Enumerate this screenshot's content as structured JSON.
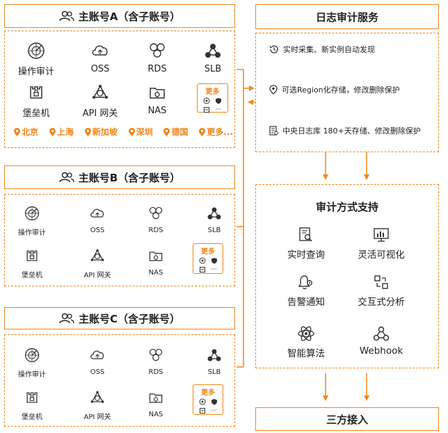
{
  "accounts": [
    {
      "title": "主账号A（含子账号）"
    },
    {
      "title": "主账号B（含子账号）"
    },
    {
      "title": "主账号C（含子账号）"
    }
  ],
  "services": {
    "audit": "操作审计",
    "oss": "OSS",
    "rds": "RDS",
    "slb": "SLB",
    "bastion": "堡垒机",
    "api": "API 网关",
    "nas": "NAS",
    "more": "更多"
  },
  "regions": [
    "北京",
    "上海",
    "新加坡",
    "深圳",
    "德国",
    "更多..."
  ],
  "log_service": {
    "title": "日志审计服务",
    "steps": [
      "实时采集、新实例自动发现",
      "可选Region化存储，修改删除保护",
      "中央日志库  180+天存储、修改删除保护"
    ]
  },
  "audit_support": {
    "title": "审计方式支持",
    "features": [
      "实时查询",
      "灵活可视化",
      "告警通知",
      "交互式分析",
      "智能算法",
      "Webhook"
    ]
  },
  "third_party": "三方接入",
  "colors": {
    "accent": "#f08519",
    "text": "#222222"
  }
}
